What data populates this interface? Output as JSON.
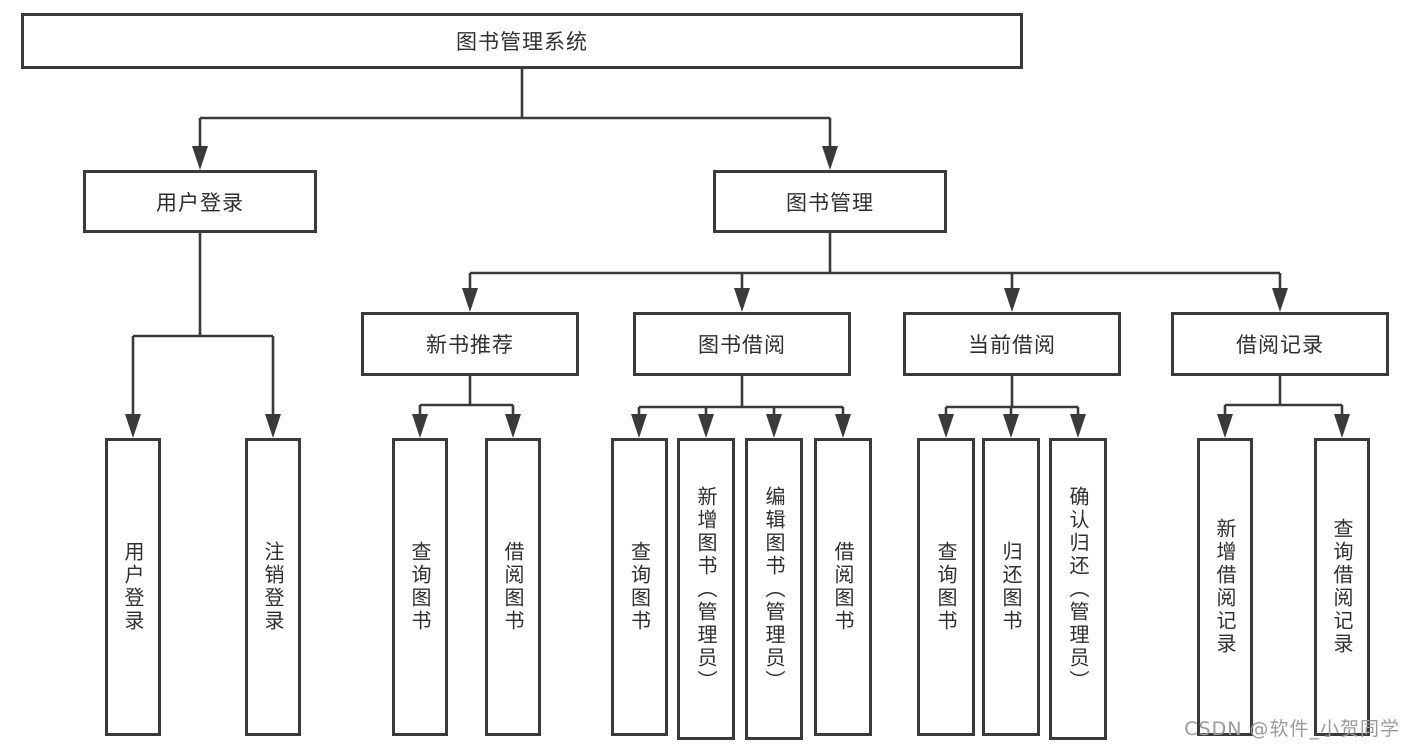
{
  "colors": {
    "line": "#3a3a3a",
    "box_border": "#3a3a3a",
    "box_fill": "#ffffff",
    "text": "#2f2f2f",
    "watermark": "#9b9b9b",
    "background": "#ffffff"
  },
  "diagram": {
    "root": {
      "label": "图书管理系统"
    },
    "level2": [
      {
        "label": "用户登录"
      },
      {
        "label": "图书管理"
      }
    ],
    "level3": [
      {
        "label": "新书推荐"
      },
      {
        "label": "图书借阅"
      },
      {
        "label": "当前借阅"
      },
      {
        "label": "借阅记录"
      }
    ],
    "leaves": {
      "user_login": [
        {
          "label": "用户登录"
        },
        {
          "label": "注销登录"
        }
      ],
      "new_book_recommend": [
        {
          "label": "查询图书"
        },
        {
          "label": "借阅图书"
        }
      ],
      "book_borrow": [
        {
          "label": "查询图书"
        },
        {
          "label": "新增图书（管理员）"
        },
        {
          "label": "编辑图书（管理员）"
        },
        {
          "label": "借阅图书"
        }
      ],
      "current_borrow": [
        {
          "label": "查询图书"
        },
        {
          "label": "归还图书"
        },
        {
          "label": "确认归还（管理员）"
        }
      ],
      "borrow_record": [
        {
          "label": "新增借阅记录"
        },
        {
          "label": "查询借阅记录"
        }
      ]
    }
  },
  "watermark": {
    "text": "CSDN @软件_小贺同学"
  }
}
